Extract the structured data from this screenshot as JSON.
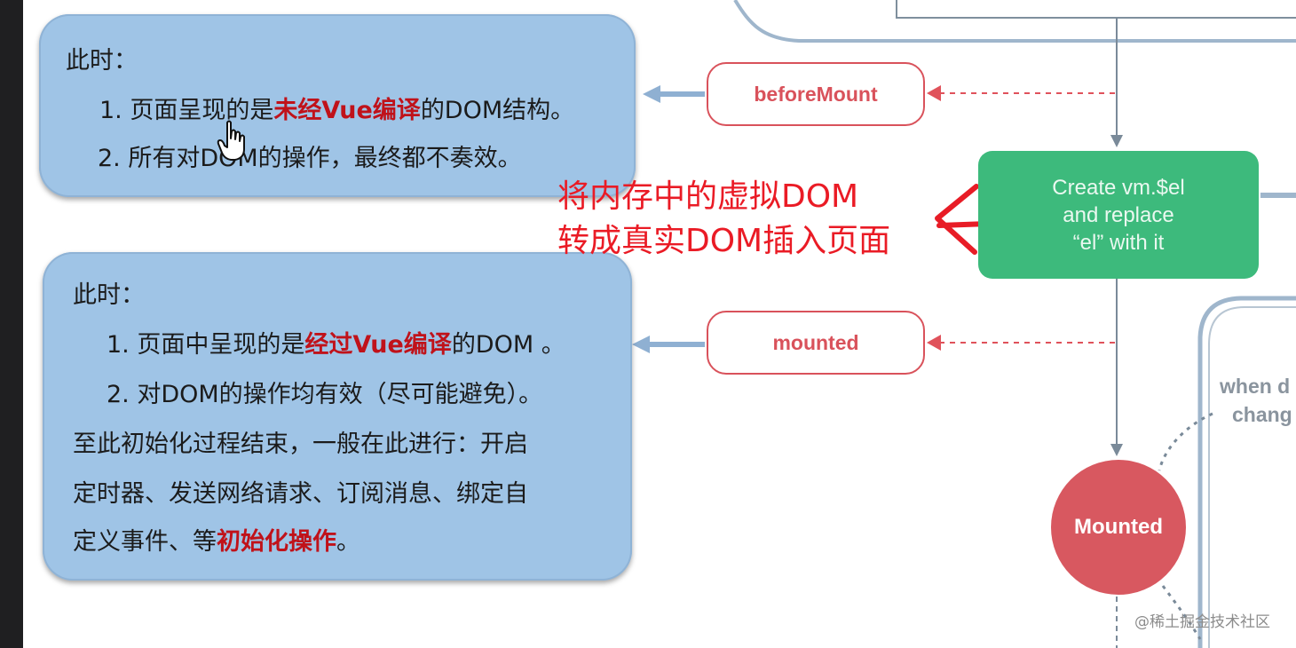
{
  "box1": {
    "heading": "此时：",
    "item1": {
      "prefix": "1. 页面呈现的是",
      "highlight": "未经Vue编译",
      "suffix": "的DOM结构。"
    },
    "item2": "2. 所有对DOM的操作，最终都不奏效。"
  },
  "box2": {
    "heading": "此时：",
    "item1": {
      "prefix": "1. 页面中呈现的是",
      "highlight": "经过Vue编译",
      "suffix": "的DOM 。"
    },
    "item2": "2. 对DOM的操作均有效（尽可能避免）。",
    "line3": "至此初始化过程结束，一般在此进行：开启",
    "line4": "定时器、发送网络请求、订阅消息、绑定自",
    "line5": {
      "prefix": "定义事件、等",
      "highlight": "初始化操作",
      "suffix": "。"
    }
  },
  "hooks": {
    "before_mount": "beforeMount",
    "mounted": "mounted"
  },
  "create_el": {
    "line1": "Create vm.$el",
    "line2": "and replace",
    "line3": "“el” with it"
  },
  "mounted_state": "Mounted",
  "annotation": {
    "line1": "将内存中的虚拟DOM",
    "line2": "转成真实DOM插入页面"
  },
  "side_partial": {
    "line1": "when d",
    "line2": "chang"
  },
  "watermark": "@稀土掘金技术社区",
  "colors": {
    "note_box": "#9fc4e6",
    "highlight_text": "#c0121a",
    "hook_border": "#d9525b",
    "create_box": "#3dba7c",
    "mounted_circle": "#d85860",
    "annotation": "#ea1b25",
    "flow_line": "#7a8a99"
  },
  "icons": {
    "cursor": "hand-pointer-icon"
  }
}
